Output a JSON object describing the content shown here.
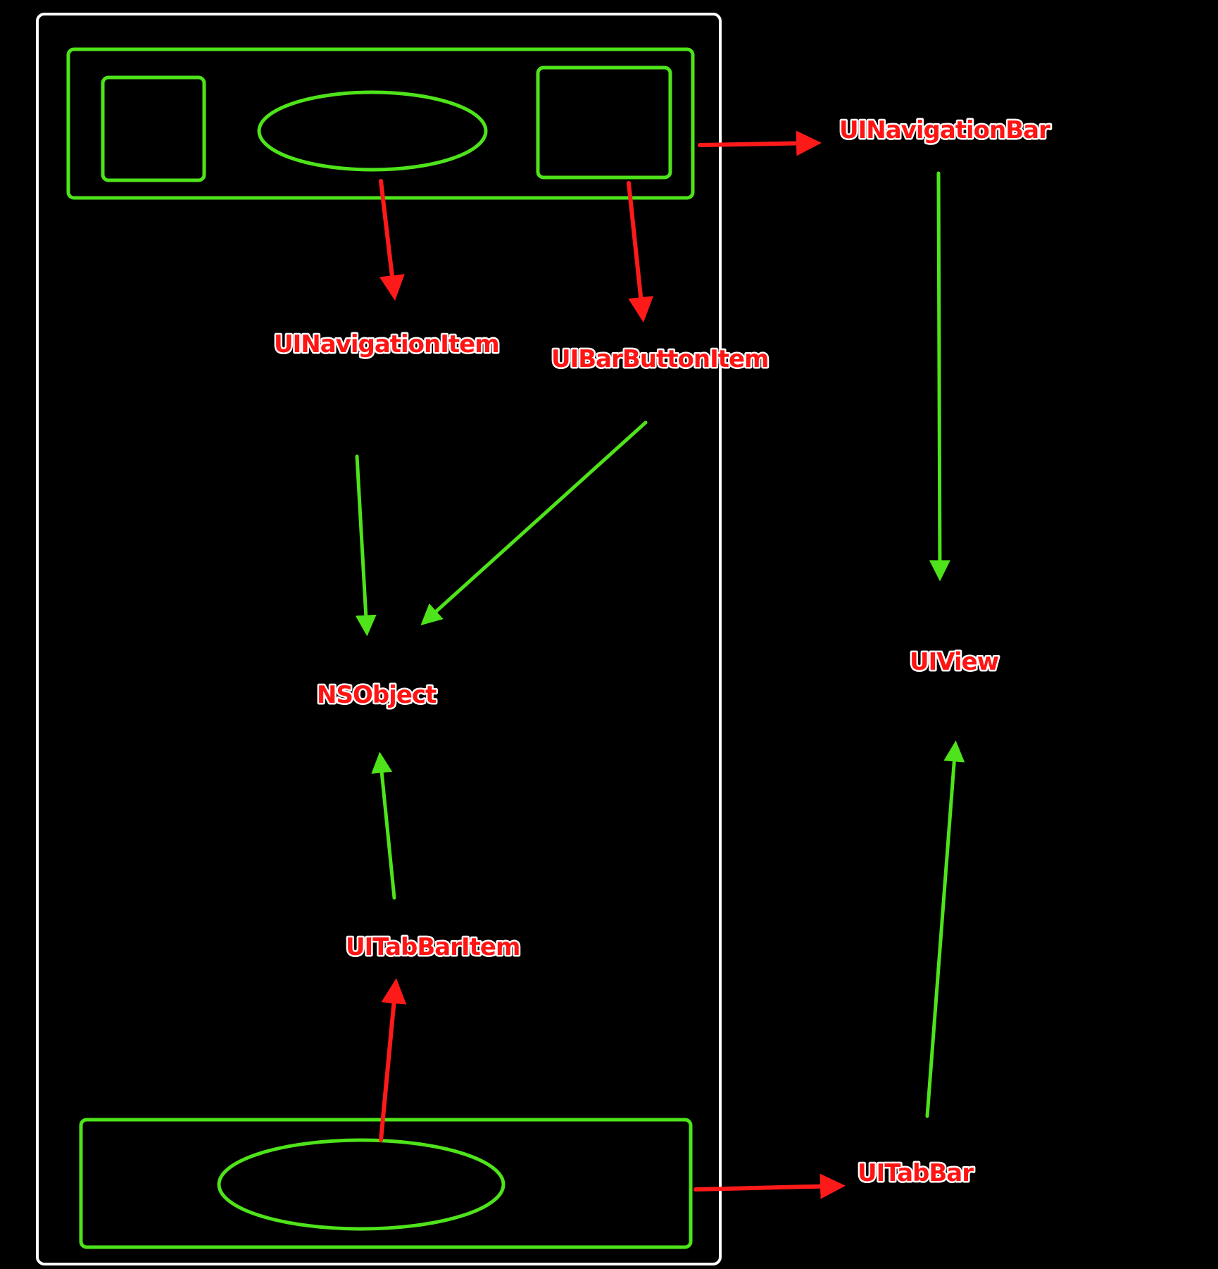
{
  "colors": {
    "background": "#000000",
    "frame": "#ffffff",
    "container_outline": "#4ee31a",
    "inheritance_arrow": "#4ee31a",
    "composition_arrow": "#ff1a1a",
    "label_text": "#ff1414",
    "label_outline": "#ffffff"
  },
  "labels": {
    "ui_navigation_bar": "UINavigationBar",
    "ui_navigation_item": "UINavigationItem",
    "ui_bar_button_item": "UIBarButtonItem",
    "ns_object": "NSObject",
    "ui_view": "UIView",
    "ui_tab_bar_item": "UITabBarItem",
    "ui_tab_bar": "UITabBar"
  },
  "relations": [
    {
      "from": "navigation-bar-shape",
      "to": "UINavigationBar",
      "kind": "composition"
    },
    {
      "from": "title-ellipse-shape",
      "to": "UINavigationItem",
      "kind": "composition"
    },
    {
      "from": "bar-button-right-shape",
      "to": "UIBarButtonItem",
      "kind": "composition"
    },
    {
      "from": "UINavigationItem",
      "to": "NSObject",
      "kind": "inheritance"
    },
    {
      "from": "UIBarButtonItem",
      "to": "NSObject",
      "kind": "inheritance"
    },
    {
      "from": "UINavigationBar",
      "to": "UIView",
      "kind": "inheritance"
    },
    {
      "from": "UITabBarItem",
      "to": "NSObject",
      "kind": "inheritance"
    },
    {
      "from": "tab-item-ellipse-shape",
      "to": "UITabBarItem",
      "kind": "composition"
    },
    {
      "from": "tab-bar-shape",
      "to": "UITabBar",
      "kind": "composition"
    },
    {
      "from": "UITabBar",
      "to": "UIView",
      "kind": "inheritance"
    }
  ]
}
